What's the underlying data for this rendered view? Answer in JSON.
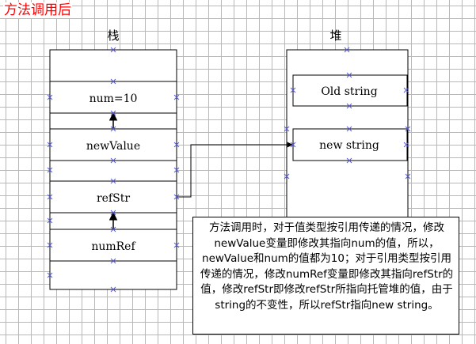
{
  "title": "方法调用后",
  "stack": {
    "label": "栈",
    "cells": {
      "num": "num=10",
      "newValue": "newValue",
      "refStr": "refStr",
      "numRef": "numRef"
    }
  },
  "heap": {
    "label": "堆",
    "cells": {
      "old": "Old string",
      "new": "new string"
    }
  },
  "note": "方法调用时，对于值类型按引用传递的情况，修改newValue变量即修改其指向num的值，所以，newValue和num的值都为10；对于引用类型按引用传递的情况，修改numRef变量即修改其指向refStr的值，修改refStr即修改refStr所指向托管堆的值，由于string的不变性，所以refStr指向new string。",
  "colors": {
    "title": "#ff0000",
    "handle": "#5b5bd6",
    "grid": "#b8b8b8",
    "line": "#000000"
  }
}
